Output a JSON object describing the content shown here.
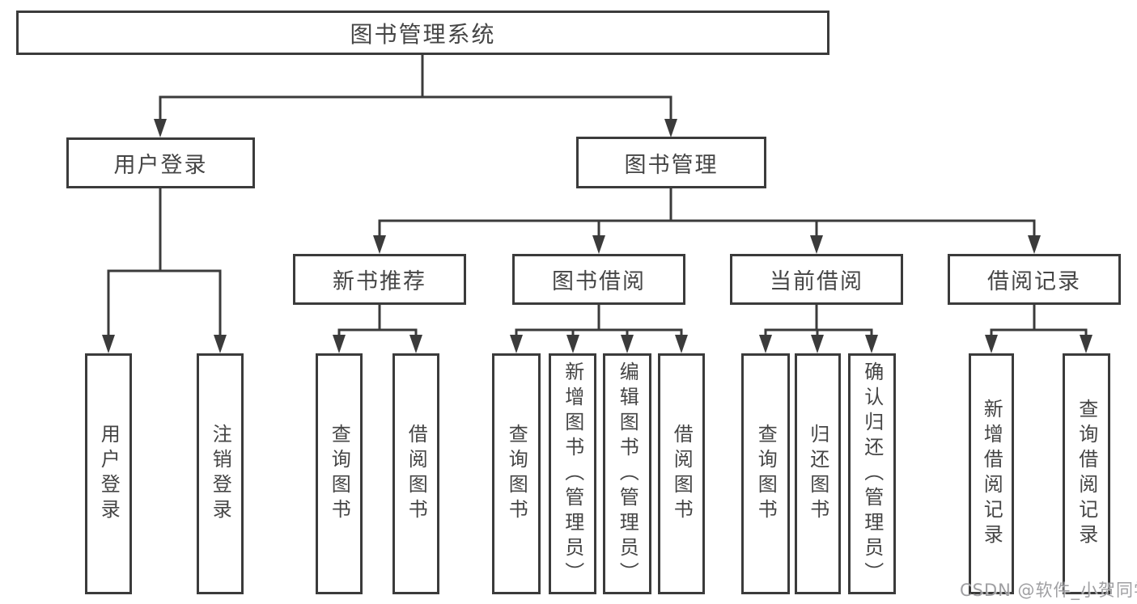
{
  "root": {
    "label": "图书管理系统"
  },
  "branches": [
    {
      "label": "用户登录",
      "children": [
        {
          "label": "用户登录"
        },
        {
          "label": "注销登录"
        }
      ]
    },
    {
      "label": "图书管理",
      "children": [
        {
          "label": "新书推荐",
          "children": [
            {
              "label": "查询图书"
            },
            {
              "label": "借阅图书"
            }
          ]
        },
        {
          "label": "图书借阅",
          "children": [
            {
              "label": "查询图书"
            },
            {
              "label": "新增图书（管理员）"
            },
            {
              "label": "编辑图书（管理员）"
            },
            {
              "label": "借阅图书"
            }
          ]
        },
        {
          "label": "当前借阅",
          "children": [
            {
              "label": "查询图书"
            },
            {
              "label": "归还图书"
            },
            {
              "label": "确认归还（管理员）"
            }
          ]
        },
        {
          "label": "借阅记录",
          "children": [
            {
              "label": "新增借阅记录"
            },
            {
              "label": "查询借阅记录"
            }
          ]
        }
      ]
    }
  ],
  "watermark": {
    "text": "CSDN @软件_小贺同学"
  },
  "colors": {
    "line": "#3b3b3b",
    "box_border": "#3b3b3b",
    "box_background": "#ffffff",
    "text": "#454545",
    "watermark_text": "#9a9a9d"
  }
}
